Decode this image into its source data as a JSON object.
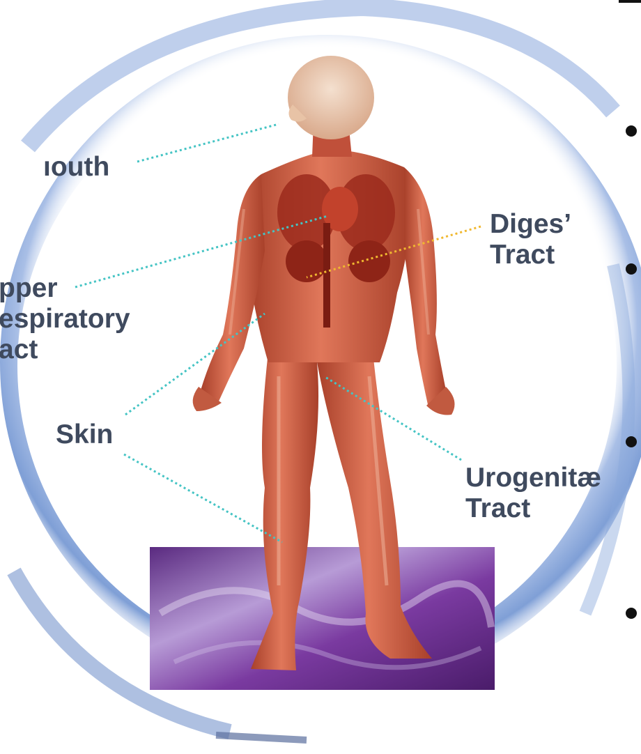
{
  "labels": {
    "mouth": "ıouth",
    "upper_respiratory": [
      "pper",
      "espiratory",
      "act"
    ],
    "skin": "Skin",
    "digestive": [
      "Digesʼ",
      "Tract"
    ],
    "urogenital": [
      "Urogenitæ",
      "Tract"
    ]
  },
  "colors": {
    "label_text": "#3f4a5e",
    "ring": "#7f9fd6",
    "teal_leader": "#45c4c4",
    "orange_leader": "#f0b830",
    "body": "#c8553a",
    "platform": "#7a3aa0"
  }
}
